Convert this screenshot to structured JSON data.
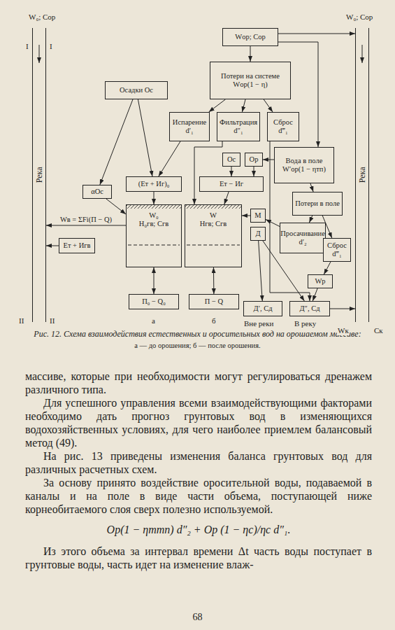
{
  "diagram": {
    "caption": "Рис. 12. Схема взаимодействия естественных и оросительных вод на орошаемом массиве:",
    "nodes": [
      {
        "text": [
          "Река"
        ]
      },
      {
        "text": [
          "Река"
        ]
      },
      {
        "text": [
          "Wор; Cор"
        ]
      },
      {
        "text": [
          "Потери на системе Wор(1 − η)"
        ]
      },
      {
        "text": [
          "Осадки Oс"
        ]
      },
      {
        "text": [
          "Испарение d′₁"
        ]
      },
      {
        "text": [
          "Фильтрация d″₁"
        ]
      },
      {
        "text": [
          "Сброс d‴₁"
        ]
      },
      {
        "text": [
          "Oс"
        ]
      },
      {
        "text": [
          "Oр"
        ]
      },
      {
        "text": [
          "Вода в поле W′ор(1 − ηтп)"
        ]
      },
      {
        "text": [
          "(Eт + Иг)₀"
        ]
      },
      {
        "text": [
          "Eт − Иг"
        ]
      },
      {
        "text": [
          "Потери в поле"
        ]
      },
      {
        "text": [
          "αOс"
        ]
      },
      {
        "text": [
          "W₀",
          "H₀гв; Cгв"
        ]
      },
      {
        "text": [
          "W",
          "Hгв; Cгв"
        ]
      },
      {
        "text": [
          "М"
        ]
      },
      {
        "text": [
          "Д"
        ]
      },
      {
        "text": [
          "Просачивание d′₂"
        ]
      },
      {
        "text": [
          "Сброс d‴₁"
        ]
      },
      {
        "text": [
          "Eт + Игв"
        ]
      },
      {
        "text": [
          "Wр"
        ]
      },
      {
        "text": [
          "П₀ − Q₀"
        ]
      },
      {
        "text": [
          "П − Q"
        ]
      },
      {
        "text": [
          "Д′, Cд"
        ]
      },
      {
        "text": [
          "Д″, Cд"
        ]
      }
    ],
    "edges": [
      {
        "from": 2,
        "to": 3,
        "arrow": "to"
      },
      {
        "from": 3,
        "to": 5,
        "arrow": "to"
      },
      {
        "from": 3,
        "to": 6,
        "arrow": "to"
      },
      {
        "from": 3,
        "to": 7,
        "arrow": "to"
      },
      {
        "from": 2,
        "to": 10,
        "arrow": "to"
      },
      {
        "from": 2,
        "to": 1,
        "arrow": "to"
      },
      {
        "from": 4,
        "to": 11,
        "arrow": "to"
      },
      {
        "from": 4,
        "to": 14,
        "arrow": "to"
      },
      {
        "from": 5,
        "to": 11,
        "arrow": "to"
      },
      {
        "from": 6,
        "to": 16,
        "arrow": "to"
      },
      {
        "from": 7,
        "to": 26,
        "arrow": "to"
      },
      {
        "from": 8,
        "to": 12,
        "arrow": "to"
      },
      {
        "from": 9,
        "to": 12,
        "arrow": "to"
      },
      {
        "from": 10,
        "to": 9,
        "arrow": "to"
      },
      {
        "from": 10,
        "to": 13,
        "arrow": "to"
      },
      {
        "from": 13,
        "to": 19,
        "arrow": "to"
      },
      {
        "from": 13,
        "to": 20,
        "arrow": "to"
      },
      {
        "from": 20,
        "to": 22,
        "arrow": "to"
      },
      {
        "from": 22,
        "to": 26,
        "arrow": "to"
      },
      {
        "from": 19,
        "to": 17,
        "arrow": "to"
      },
      {
        "from": 17,
        "to": 16,
        "arrow": "to"
      },
      {
        "from": 18,
        "to": 25,
        "arrow": "to"
      },
      {
        "from": 18,
        "to": 26,
        "arrow": "to"
      },
      {
        "from": 26,
        "to": 1,
        "arrow": "to"
      },
      {
        "from": 15,
        "to": 0,
        "label": "Wв = ΣFi(П − Q)",
        "arrow": "to"
      },
      {
        "from": 21,
        "to": 0,
        "arrow": "to"
      },
      {
        "from": 14,
        "to": 15,
        "arrow": "to"
      },
      {
        "from": 11,
        "to": 15,
        "arrow": "to"
      },
      {
        "from": 12,
        "to": 16,
        "arrow": "to"
      },
      {
        "from": 15,
        "to": 23,
        "arrow": "both"
      },
      {
        "from": 16,
        "to": 24,
        "arrow": "both"
      }
    ],
    "labels": [
      "W₀; Cор",
      "I",
      "I",
      "II",
      "II",
      "W₀; Cор",
      "Wк",
      "Cк",
      "а",
      "б",
      "Вне реки",
      "В реку",
      "а — до орошения; б — после орошения.",
      "массиве, которые при необходимости могут регулироваться дренажем различного типа.",
      "Для успешного управления всеми взаимодействующими факторами необходимо дать прогноз грунтовых вод в изменяющихся водохозяйственных условиях, для чего наиболее приемлем балансовый метод (49).",
      "На рис. 13 приведены изменения баланса грунтовых вод для различных расчетных схем.",
      "За основу принято воздействие оросительной воды, подаваемой в каналы и на поле в виде части объема, поступающей ниже корнеобитаемого слоя сверх полезно используемой.",
      "Oр(1 − ηтmn) d″₂ + Oр (1 − ηс)/ηс d″₁.",
      "Из этого объема за интервал времени Δt часть воды поступает в грунтовые воды, часть идет на изменение влаж-",
      "68"
    ]
  }
}
